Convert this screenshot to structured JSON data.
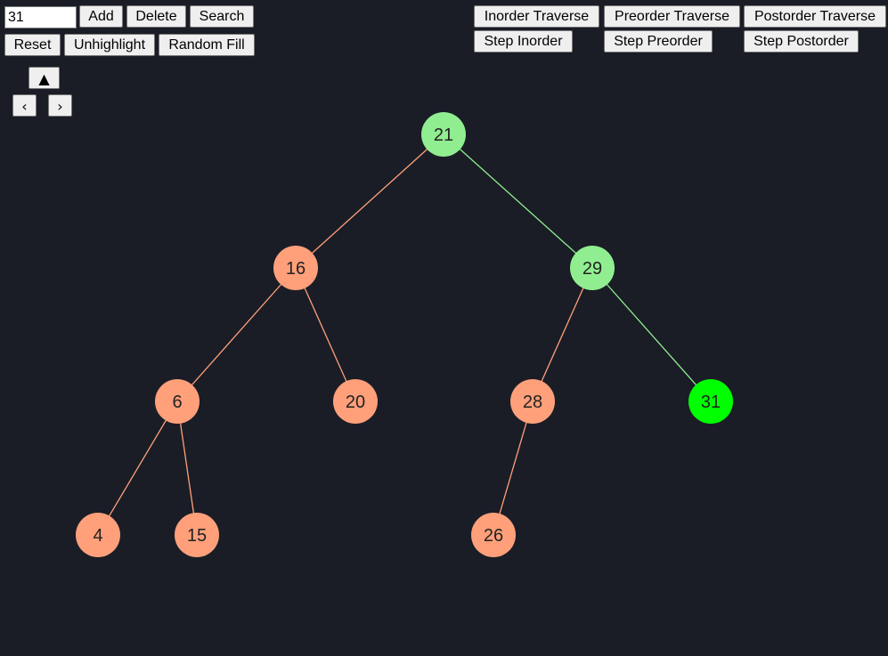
{
  "controls": {
    "input_value": "31",
    "add_label": "Add",
    "delete_label": "Delete",
    "search_label": "Search",
    "reset_label": "Reset",
    "unhighlight_label": "Unhighlight",
    "random_fill_label": "Random Fill"
  },
  "traversal": {
    "inorder_label": "Inorder Traverse",
    "preorder_label": "Preorder Traverse",
    "postorder_label": "Postorder Traverse",
    "step_inorder_label": "Step Inorder",
    "step_preorder_label": "Step Preorder",
    "step_postorder_label": "Step Postorder"
  },
  "navigation": {
    "up_icon": "up-arrow-icon",
    "left_icon": "chevron-left-icon",
    "right_icon": "chevron-right-icon"
  },
  "colors": {
    "background": "#1a1d26",
    "default_node": "#ffa07a",
    "path_node": "#90ee90",
    "found_node": "#00ff00",
    "text": "#222222"
  },
  "tree": {
    "nodes": [
      {
        "id": "n21",
        "value": "21",
        "state": "path"
      },
      {
        "id": "n16",
        "value": "16",
        "state": "default"
      },
      {
        "id": "n29",
        "value": "29",
        "state": "path"
      },
      {
        "id": "n6",
        "value": "6",
        "state": "default"
      },
      {
        "id": "n20",
        "value": "20",
        "state": "default"
      },
      {
        "id": "n28",
        "value": "28",
        "state": "default"
      },
      {
        "id": "n31",
        "value": "31",
        "state": "found"
      },
      {
        "id": "n4",
        "value": "4",
        "state": "default"
      },
      {
        "id": "n15",
        "value": "15",
        "state": "default"
      },
      {
        "id": "n26",
        "value": "26",
        "state": "default"
      }
    ],
    "edges": [
      {
        "from": "n21",
        "to": "n16",
        "state": "default"
      },
      {
        "from": "n21",
        "to": "n29",
        "state": "path"
      },
      {
        "from": "n16",
        "to": "n6",
        "state": "default"
      },
      {
        "from": "n16",
        "to": "n20",
        "state": "default"
      },
      {
        "from": "n29",
        "to": "n28",
        "state": "default"
      },
      {
        "from": "n29",
        "to": "n31",
        "state": "path"
      },
      {
        "from": "n6",
        "to": "n4",
        "state": "default"
      },
      {
        "from": "n6",
        "to": "n15",
        "state": "default"
      },
      {
        "from": "n28",
        "to": "n26",
        "state": "default"
      }
    ]
  }
}
